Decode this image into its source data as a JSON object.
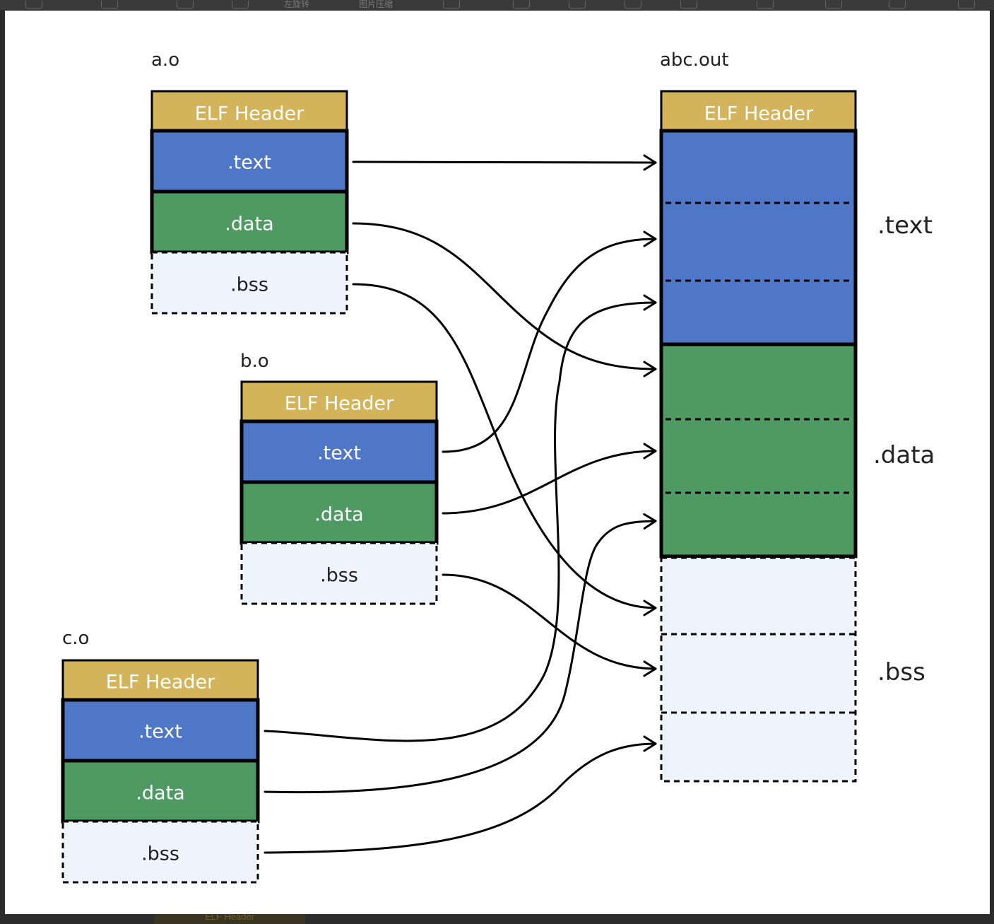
{
  "toolbar": {
    "items": [
      "",
      "",
      "",
      "",
      "左旋转",
      "图片压缩",
      "",
      "",
      "",
      "",
      "",
      "",
      "",
      ""
    ]
  },
  "colors": {
    "header": "#d4b45a",
    "text": "#4f77c7",
    "data": "#4f9963",
    "bss": "#eef3fc",
    "stroke": "#000000",
    "header_text": "#ffffff",
    "label_text": "#222222"
  },
  "diagram": {
    "objects": [
      {
        "id": "a",
        "name": "a.o",
        "sections": [
          "ELF Header",
          ".text",
          ".data",
          ".bss"
        ]
      },
      {
        "id": "b",
        "name": "b.o",
        "sections": [
          "ELF Header",
          ".text",
          ".data",
          ".bss"
        ]
      },
      {
        "id": "c",
        "name": "c.o",
        "sections": [
          "ELF Header",
          ".text",
          ".data",
          ".bss"
        ]
      }
    ],
    "output": {
      "name": "abc.out",
      "header": "ELF Header",
      "segment_labels": [
        ".text",
        ".data",
        ".bss"
      ]
    },
    "mappings": [
      {
        "from": "a.o .text",
        "to": "abc.out .text #1"
      },
      {
        "from": "b.o .text",
        "to": "abc.out .text #2"
      },
      {
        "from": "c.o .text",
        "to": "abc.out .text #3"
      },
      {
        "from": "a.o .data",
        "to": "abc.out .data #1"
      },
      {
        "from": "b.o .data",
        "to": "abc.out .data #2"
      },
      {
        "from": "c.o .data",
        "to": "abc.out .data #3"
      },
      {
        "from": "a.o .bss",
        "to": "abc.out .bss #1"
      },
      {
        "from": "b.o .bss",
        "to": "abc.out .bss #2"
      },
      {
        "from": "c.o .bss",
        "to": "abc.out .bss #3"
      }
    ]
  },
  "bottom_peek": "ELF Header"
}
